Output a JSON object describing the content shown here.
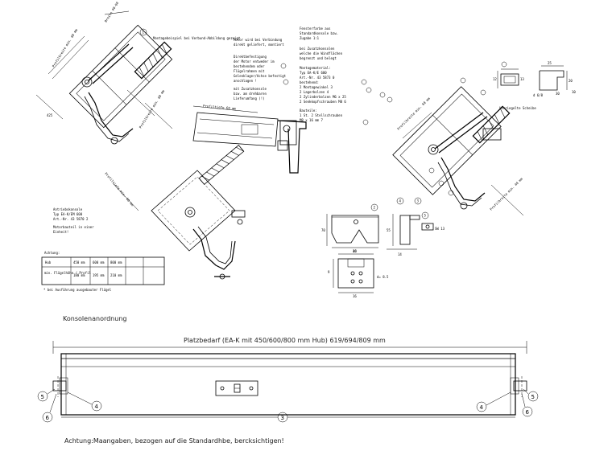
{
  "section_title": "Konsolenanordnung",
  "bottom": {
    "space_requirement": "Platzbedarf (EA-K mit 450/600/800 mm Hub) 619/694/809 mm",
    "note": "Achtung:Maangaben, bezogen auf die Standardhbe, bercksichtigen!",
    "callouts": [
      "5",
      "4",
      "6",
      "3",
      "4",
      "5",
      "6"
    ]
  },
  "top_left": {
    "label_installation": "Montagebeispiel bei Verbund-Abbildung gezeigt",
    "label_width": "Breite 40-60",
    "dim_profile": "Profilbreite min. 60 mm",
    "dim_width_2": "Profilbreite min. 60 mm",
    "callout_1": "1",
    "dim_425": "425"
  },
  "top_center": {
    "note_lines": [
      "Motor wird bei Verbindung",
      "direkt geliefert, montiert",
      "",
      "Direktbefestigung",
      "der Motor entweder im",
      "bestehendem oder",
      "Flügelrahmen mit",
      "Gelenklager/Achse befestigt",
      "anschlagen !",
      "",
      "mit Zusatzkonsole",
      "bzw. am drehbaren",
      "Lieferumfang (!)"
    ],
    "profile_label": "Profiltiefe 60 mm",
    "rotated_label": "Profiltiefe min. 60 mm"
  },
  "top_right": {
    "note_lines": [
      "Fensterfarbe aus",
      "Standardkonsole bzw.",
      "Zugabe 1:1",
      "",
      "bei Zusatzkonsolen",
      "welche die Windflächen",
      "begrenzt und belegt",
      "",
      "Montagematerial:",
      "Typ EA-K/E 600",
      "Art.-Nr. 43 5873 0",
      "bestehend:",
      "2 Montagewinkel 3",
      "2 Lagerbolzen 4",
      "2 Zylinderbolzen M6 x 25",
      "2 Senkkopfschrauben M8 6",
      "",
      "Bauteile:",
      "1 St. 2 Stellschrauben",
      "M8 x 16 mm 7"
    ],
    "label_verrieg": "Verriegelte Scheibe",
    "dim_profile": "Profilbreite min. 60 mm",
    "dim_profile_2": "Profilbreite min. 40 mm",
    "dim_12": "12",
    "dim_13": "13",
    "dim_20": "20",
    "dim_25": "25",
    "dim_30": "30",
    "dim_10": "10",
    "dim_tiny": "d 6/8"
  },
  "bracket_detail": {
    "callouts": [
      "2",
      "4",
      "3",
      "5"
    ],
    "dim_70": "70",
    "dim_16": "16",
    "dim_55": "55",
    "dim_14": "14",
    "dim_40": "40",
    "dim_9": "9",
    "dim_16b": "16",
    "thread": "SW 13",
    "dim_d": "d= 8.5"
  },
  "motor_box": {
    "lines": [
      "Antriebskonsole",
      "Typ EA-K/EM 600",
      "Art.-Nr. 43 5870 2",
      "",
      "Motorbauteil in einer",
      "Einheit!"
    ]
  },
  "table": {
    "title": "Achtung:",
    "rows": [
      [
        "Hub",
        "450 mm",
        "600 mm",
        "800 mm"
      ],
      [
        "min. Flügelhöhe / Profil",
        "180 mm",
        "195 mm",
        "210 mm"
      ]
    ],
    "footnote": "* bei Ausführung ausgebauter Flügel"
  }
}
